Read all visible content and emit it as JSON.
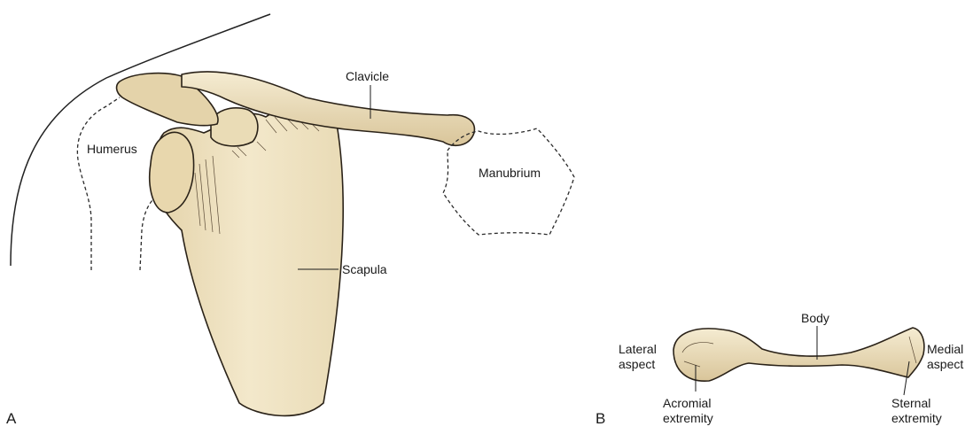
{
  "panels": {
    "a": "A",
    "b": "B"
  },
  "labels_a": {
    "clavicle": "Clavicle",
    "humerus": "Humerus",
    "manubrium": "Manubrium",
    "scapula": "Scapula"
  },
  "labels_b": {
    "body": "Body",
    "lateral_line1": "Lateral",
    "lateral_line2": "aspect",
    "medial_line1": "Medial",
    "medial_line2": "aspect",
    "acromial_line1": "Acromial",
    "acromial_line2": "extremity",
    "sternal_line1": "Sternal",
    "sternal_line2": "extremity"
  },
  "colors": {
    "bone_fill": "#f2e6c6",
    "bone_shade": "#d9c59a",
    "bone_dark": "#b89e72"
  }
}
